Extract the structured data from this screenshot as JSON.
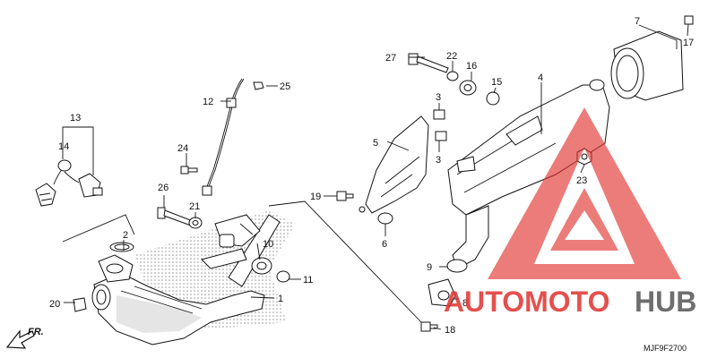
{
  "diagram": {
    "code": "MJF9F2700",
    "direction_label": "FR.",
    "parts": [
      {
        "num": "1"
      },
      {
        "num": "2"
      },
      {
        "num": "3"
      },
      {
        "num": "3"
      },
      {
        "num": "4"
      },
      {
        "num": "5"
      },
      {
        "num": "6"
      },
      {
        "num": "7"
      },
      {
        "num": "8"
      },
      {
        "num": "9"
      },
      {
        "num": "10"
      },
      {
        "num": "11"
      },
      {
        "num": "12"
      },
      {
        "num": "13"
      },
      {
        "num": "14"
      },
      {
        "num": "15"
      },
      {
        "num": "16"
      },
      {
        "num": "17"
      },
      {
        "num": "18"
      },
      {
        "num": "19"
      },
      {
        "num": "20"
      },
      {
        "num": "21"
      },
      {
        "num": "22"
      },
      {
        "num": "23"
      },
      {
        "num": "24"
      },
      {
        "num": "25"
      },
      {
        "num": "26"
      },
      {
        "num": "27"
      }
    ]
  },
  "watermark": {
    "word1": "AUTOMOTO",
    "word2": "HUB",
    "color_red": "#e0322f",
    "color_gray": "#555555"
  }
}
